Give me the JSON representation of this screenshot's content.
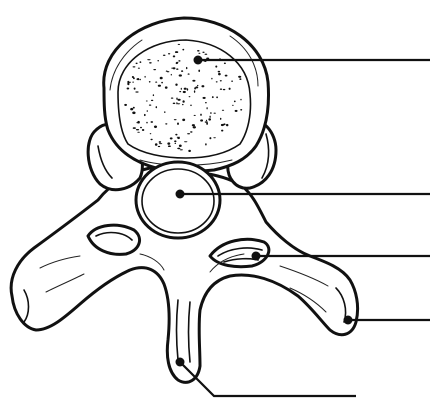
{
  "diagram": {
    "subject": "vertebra-superior-view",
    "style": "black-and-white line illustration",
    "labels": [
      {
        "id": "vertebral-body",
        "text": ""
      },
      {
        "id": "vertebral-foramen",
        "text": ""
      },
      {
        "id": "superior-articular-process",
        "text": ""
      },
      {
        "id": "transverse-process",
        "text": ""
      },
      {
        "id": "spinous-process",
        "text": ""
      }
    ]
  },
  "colors": {
    "ink": "#111111",
    "paper": "#ffffff"
  }
}
